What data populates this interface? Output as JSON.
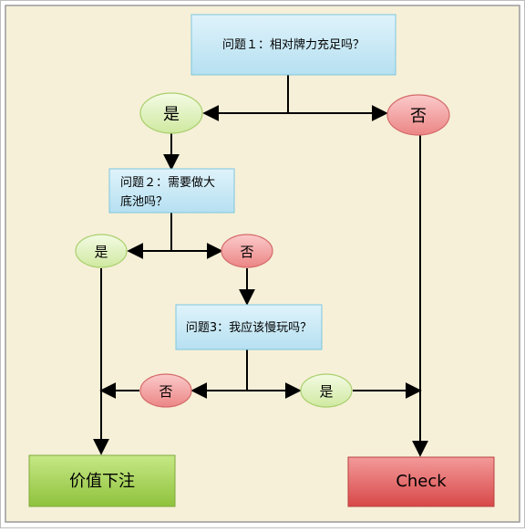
{
  "nodes": {
    "q1": "问题１：相对牌力充足吗？",
    "yes1": "是",
    "no1": "否",
    "q2_line1": "问题２：需要做大",
    "q2_line2": "底池吗？",
    "yes2": "是",
    "no2": "否",
    "q3": "问题3：我应该慢玩吗？",
    "no3": "否",
    "yes3": "是",
    "value_bet": "价值下注",
    "check": "Check"
  },
  "colors": {
    "background": "#f6f0d8",
    "question_fill": "#c7e9f5",
    "question_stroke": "#7ec6dd",
    "yes_fill": "#e6f5c4",
    "yes_stroke": "#a9cf6d",
    "no_fill": "#f6a3a3",
    "no_stroke": "#d46a6a",
    "value_bet_fill": "#9ccf4a",
    "check_fill": "#e25757",
    "line": "#000000"
  }
}
